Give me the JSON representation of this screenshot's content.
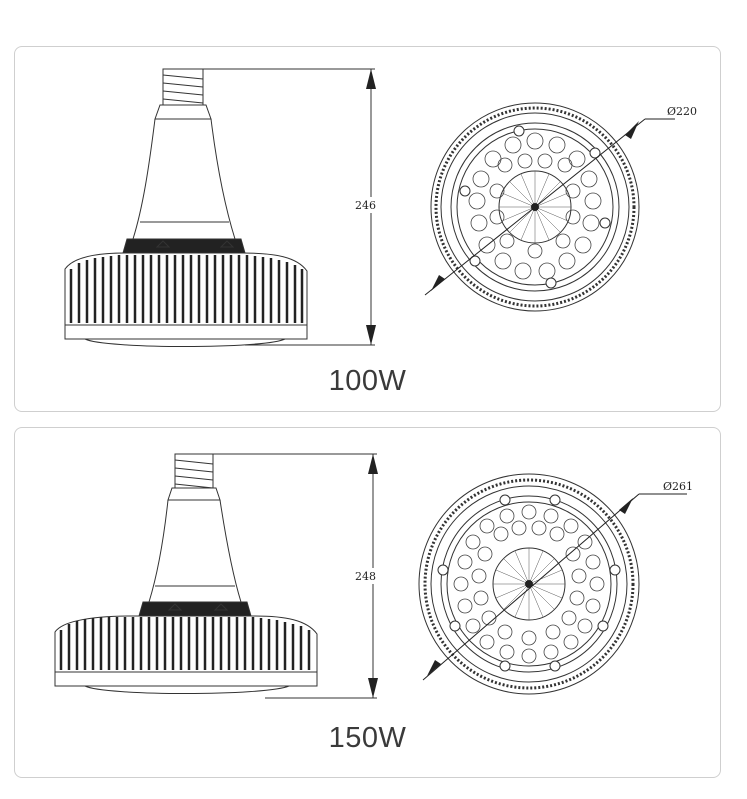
{
  "panels": [
    {
      "height_dim": "246",
      "diameter_dim": "Ø220",
      "wattage": "100W"
    },
    {
      "height_dim": "248",
      "diameter_dim": "Ø261",
      "wattage": "150W"
    }
  ],
  "colors": {
    "border": "#cfcfcf",
    "line": "#333333",
    "text": "#3a3a3a"
  }
}
